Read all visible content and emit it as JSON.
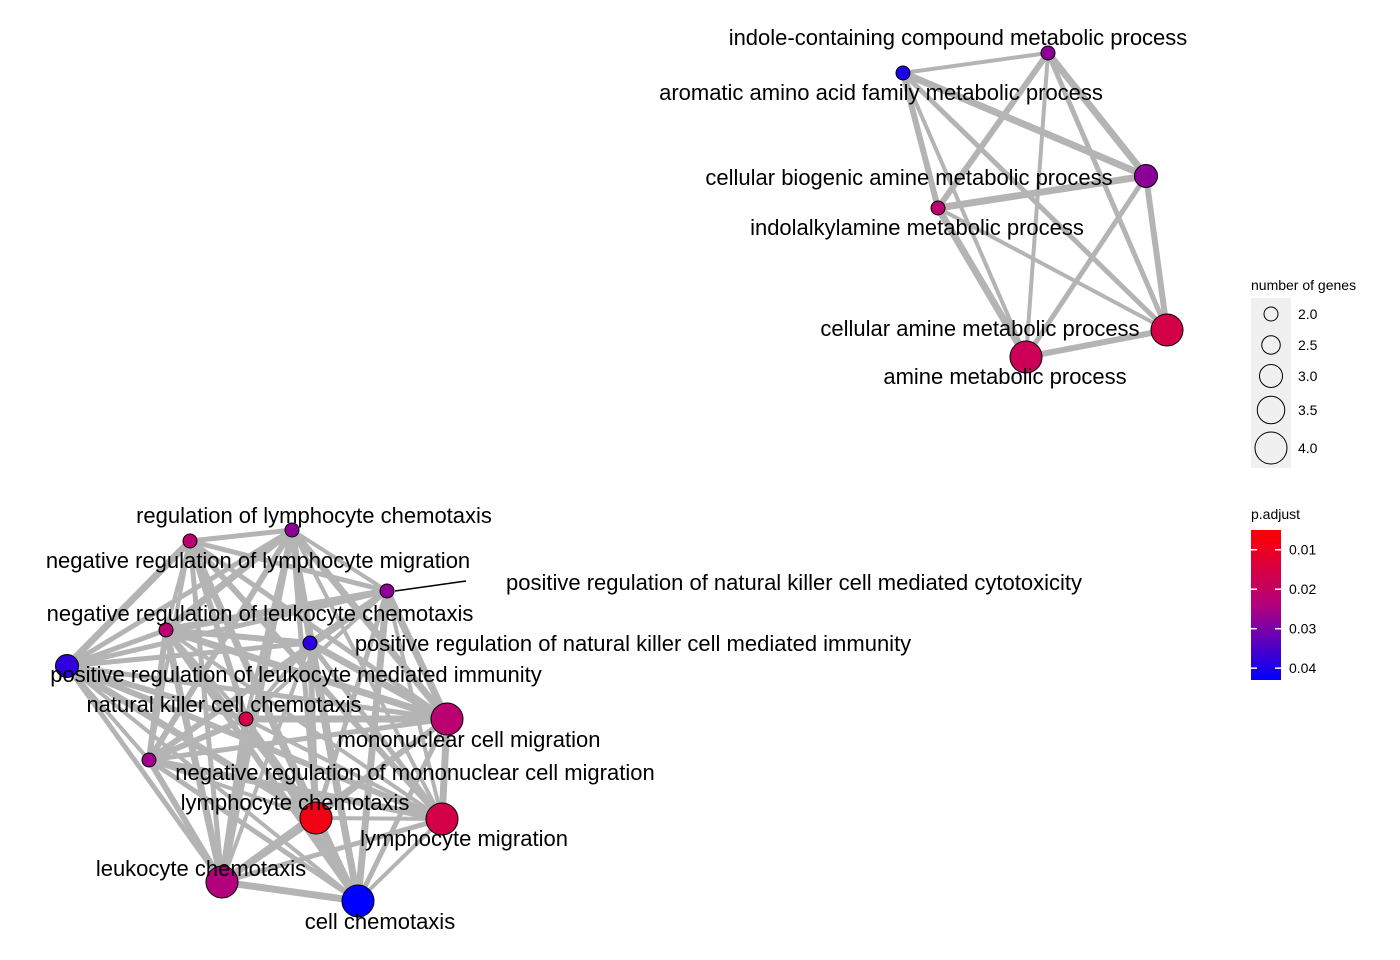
{
  "network": {
    "nodes": [
      {
        "id": "indole",
        "label": "indole-containing compound metabolic process",
        "gene_count": 2,
        "p_adjust": 0.028
      },
      {
        "id": "aromatic",
        "label": "aromatic amino acid family metabolic process",
        "gene_count": 2,
        "p_adjust": 0.04
      },
      {
        "id": "biogenic",
        "label": "cellular biogenic amine metabolic process",
        "gene_count": 3,
        "p_adjust": 0.028
      },
      {
        "id": "indolalkyl",
        "label": "indolalkylamine metabolic process",
        "gene_count": 2,
        "p_adjust": 0.022
      },
      {
        "id": "cellamine",
        "label": "cellular amine metabolic process",
        "gene_count": 4,
        "p_adjust": 0.016
      },
      {
        "id": "amine",
        "label": "amine metabolic process",
        "gene_count": 4,
        "p_adjust": 0.018
      },
      {
        "id": "reglymchem",
        "label": "regulation of lymphocyte chemotaxis",
        "gene_count": 2,
        "p_adjust": 0.028
      },
      {
        "id": "negreglymmig",
        "label": "negative regulation of lymphocyte migration",
        "gene_count": 2,
        "p_adjust": 0.022
      },
      {
        "id": "posregnkcyto",
        "label": "positive regulation of natural killer cell mediated cytotoxicity",
        "gene_count": 2,
        "p_adjust": 0.028
      },
      {
        "id": "negregleuchem",
        "label": "negative regulation of leukocyte chemotaxis",
        "gene_count": 2,
        "p_adjust": 0.022
      },
      {
        "id": "posregnkimm",
        "label": "positive regulation of natural killer cell mediated immunity",
        "gene_count": 2,
        "p_adjust": 0.038
      },
      {
        "id": "posregleuimm",
        "label": "positive regulation of leukocyte mediated immunity",
        "gene_count": 3,
        "p_adjust": 0.038
      },
      {
        "id": "nkchem",
        "label": "natural killer cell chemotaxis",
        "gene_count": 2,
        "p_adjust": 0.016
      },
      {
        "id": "mononucmig",
        "label": "mononuclear cell migration",
        "gene_count": 4,
        "p_adjust": 0.022
      },
      {
        "id": "negregmonomig",
        "label": "negative regulation of mononuclear cell migration",
        "gene_count": 2,
        "p_adjust": 0.026
      },
      {
        "id": "lymchem",
        "label": "lymphocyte chemotaxis",
        "gene_count": 4,
        "p_adjust": 0.008
      },
      {
        "id": "lymmig",
        "label": "lymphocyte migration",
        "gene_count": 4,
        "p_adjust": 0.016
      },
      {
        "id": "leuchem",
        "label": "leukocyte chemotaxis",
        "gene_count": 4,
        "p_adjust": 0.024
      },
      {
        "id": "cellchem",
        "label": "cell chemotaxis",
        "gene_count": 4,
        "p_adjust": 0.043
      }
    ],
    "edges": [
      [
        "indole",
        "aromatic"
      ],
      [
        "indole",
        "biogenic"
      ],
      [
        "indole",
        "indolalkyl"
      ],
      [
        "indole",
        "cellamine"
      ],
      [
        "indole",
        "amine"
      ],
      [
        "aromatic",
        "biogenic"
      ],
      [
        "aromatic",
        "indolalkyl"
      ],
      [
        "aromatic",
        "cellamine"
      ],
      [
        "aromatic",
        "amine"
      ],
      [
        "biogenic",
        "indolalkyl"
      ],
      [
        "biogenic",
        "cellamine"
      ],
      [
        "biogenic",
        "amine"
      ],
      [
        "indolalkyl",
        "cellamine"
      ],
      [
        "indolalkyl",
        "amine"
      ],
      [
        "cellamine",
        "amine"
      ],
      [
        "reglymchem",
        "negreglymmig"
      ],
      [
        "reglymchem",
        "posregnkcyto"
      ],
      [
        "reglymchem",
        "negregleuchem"
      ],
      [
        "reglymchem",
        "posregnkimm"
      ],
      [
        "reglymchem",
        "posregleuimm"
      ],
      [
        "reglymchem",
        "nkchem"
      ],
      [
        "reglymchem",
        "mononucmig"
      ],
      [
        "reglymchem",
        "negregmonomig"
      ],
      [
        "reglymchem",
        "lymchem"
      ],
      [
        "reglymchem",
        "lymmig"
      ],
      [
        "reglymchem",
        "leuchem"
      ],
      [
        "reglymchem",
        "cellchem"
      ],
      [
        "negreglymmig",
        "posregnkcyto"
      ],
      [
        "negreglymmig",
        "negregleuchem"
      ],
      [
        "negreglymmig",
        "posregleuimm"
      ],
      [
        "negreglymmig",
        "nkchem"
      ],
      [
        "negreglymmig",
        "mononucmig"
      ],
      [
        "negreglymmig",
        "negregmonomig"
      ],
      [
        "negreglymmig",
        "lymchem"
      ],
      [
        "negreglymmig",
        "lymmig"
      ],
      [
        "negreglymmig",
        "leuchem"
      ],
      [
        "negreglymmig",
        "cellchem"
      ],
      [
        "posregnkcyto",
        "negregleuchem"
      ],
      [
        "posregnkcyto",
        "posregnkimm"
      ],
      [
        "posregnkcyto",
        "posregleuimm"
      ],
      [
        "posregnkcyto",
        "nkchem"
      ],
      [
        "posregnkcyto",
        "mononucmig"
      ],
      [
        "posregnkcyto",
        "negregmonomig"
      ],
      [
        "posregnkcyto",
        "lymchem"
      ],
      [
        "posregnkcyto",
        "lymmig"
      ],
      [
        "posregnkcyto",
        "cellchem"
      ],
      [
        "negregleuchem",
        "posregnkimm"
      ],
      [
        "negregleuchem",
        "posregleuimm"
      ],
      [
        "negregleuchem",
        "nkchem"
      ],
      [
        "negregleuchem",
        "mononucmig"
      ],
      [
        "negregleuchem",
        "negregmonomig"
      ],
      [
        "negregleuchem",
        "lymchem"
      ],
      [
        "negregleuchem",
        "lymmig"
      ],
      [
        "negregleuchem",
        "leuchem"
      ],
      [
        "negregleuchem",
        "cellchem"
      ],
      [
        "posregnkimm",
        "posregleuimm"
      ],
      [
        "posregnkimm",
        "nkchem"
      ],
      [
        "posregnkimm",
        "mononucmig"
      ],
      [
        "posregnkimm",
        "lymchem"
      ],
      [
        "posregnkimm",
        "lymmig"
      ],
      [
        "posregnkimm",
        "leuchem"
      ],
      [
        "posregnkimm",
        "cellchem"
      ],
      [
        "posregleuimm",
        "nkchem"
      ],
      [
        "posregleuimm",
        "mononucmig"
      ],
      [
        "posregleuimm",
        "negregmonomig"
      ],
      [
        "posregleuimm",
        "lymchem"
      ],
      [
        "posregleuimm",
        "lymmig"
      ],
      [
        "posregleuimm",
        "leuchem"
      ],
      [
        "posregleuimm",
        "cellchem"
      ],
      [
        "nkchem",
        "mononucmig"
      ],
      [
        "nkchem",
        "negregmonomig"
      ],
      [
        "nkchem",
        "lymchem"
      ],
      [
        "nkchem",
        "lymmig"
      ],
      [
        "nkchem",
        "leuchem"
      ],
      [
        "nkchem",
        "cellchem"
      ],
      [
        "mononucmig",
        "negregmonomig"
      ],
      [
        "mononucmig",
        "lymchem"
      ],
      [
        "mononucmig",
        "lymmig"
      ],
      [
        "mononucmig",
        "leuchem"
      ],
      [
        "mononucmig",
        "cellchem"
      ],
      [
        "negregmonomig",
        "lymchem"
      ],
      [
        "negregmonomig",
        "lymmig"
      ],
      [
        "negregmonomig",
        "leuchem"
      ],
      [
        "negregmonomig",
        "cellchem"
      ],
      [
        "lymchem",
        "lymmig"
      ],
      [
        "lymchem",
        "leuchem"
      ],
      [
        "lymchem",
        "cellchem"
      ],
      [
        "lymmig",
        "leuchem"
      ],
      [
        "lymmig",
        "cellchem"
      ],
      [
        "leuchem",
        "cellchem"
      ]
    ]
  },
  "legend": {
    "size": {
      "title": "number of genes",
      "values": [
        2.0,
        2.5,
        3.0,
        3.5,
        4.0
      ],
      "labels": [
        "2.0",
        "2.5",
        "3.0",
        "3.5",
        "4.0"
      ]
    },
    "color": {
      "title": "p.adjust",
      "min": 0.005,
      "max": 0.043,
      "ticks": [
        0.01,
        0.02,
        0.03,
        0.04
      ],
      "labels": [
        "0.01",
        "0.02",
        "0.03",
        "0.04"
      ],
      "low_color": "#ff0000",
      "high_color": "#0000ff"
    }
  },
  "colors": {
    "edge": "#b4b4b4",
    "legend_background": "#f0f0f0"
  }
}
